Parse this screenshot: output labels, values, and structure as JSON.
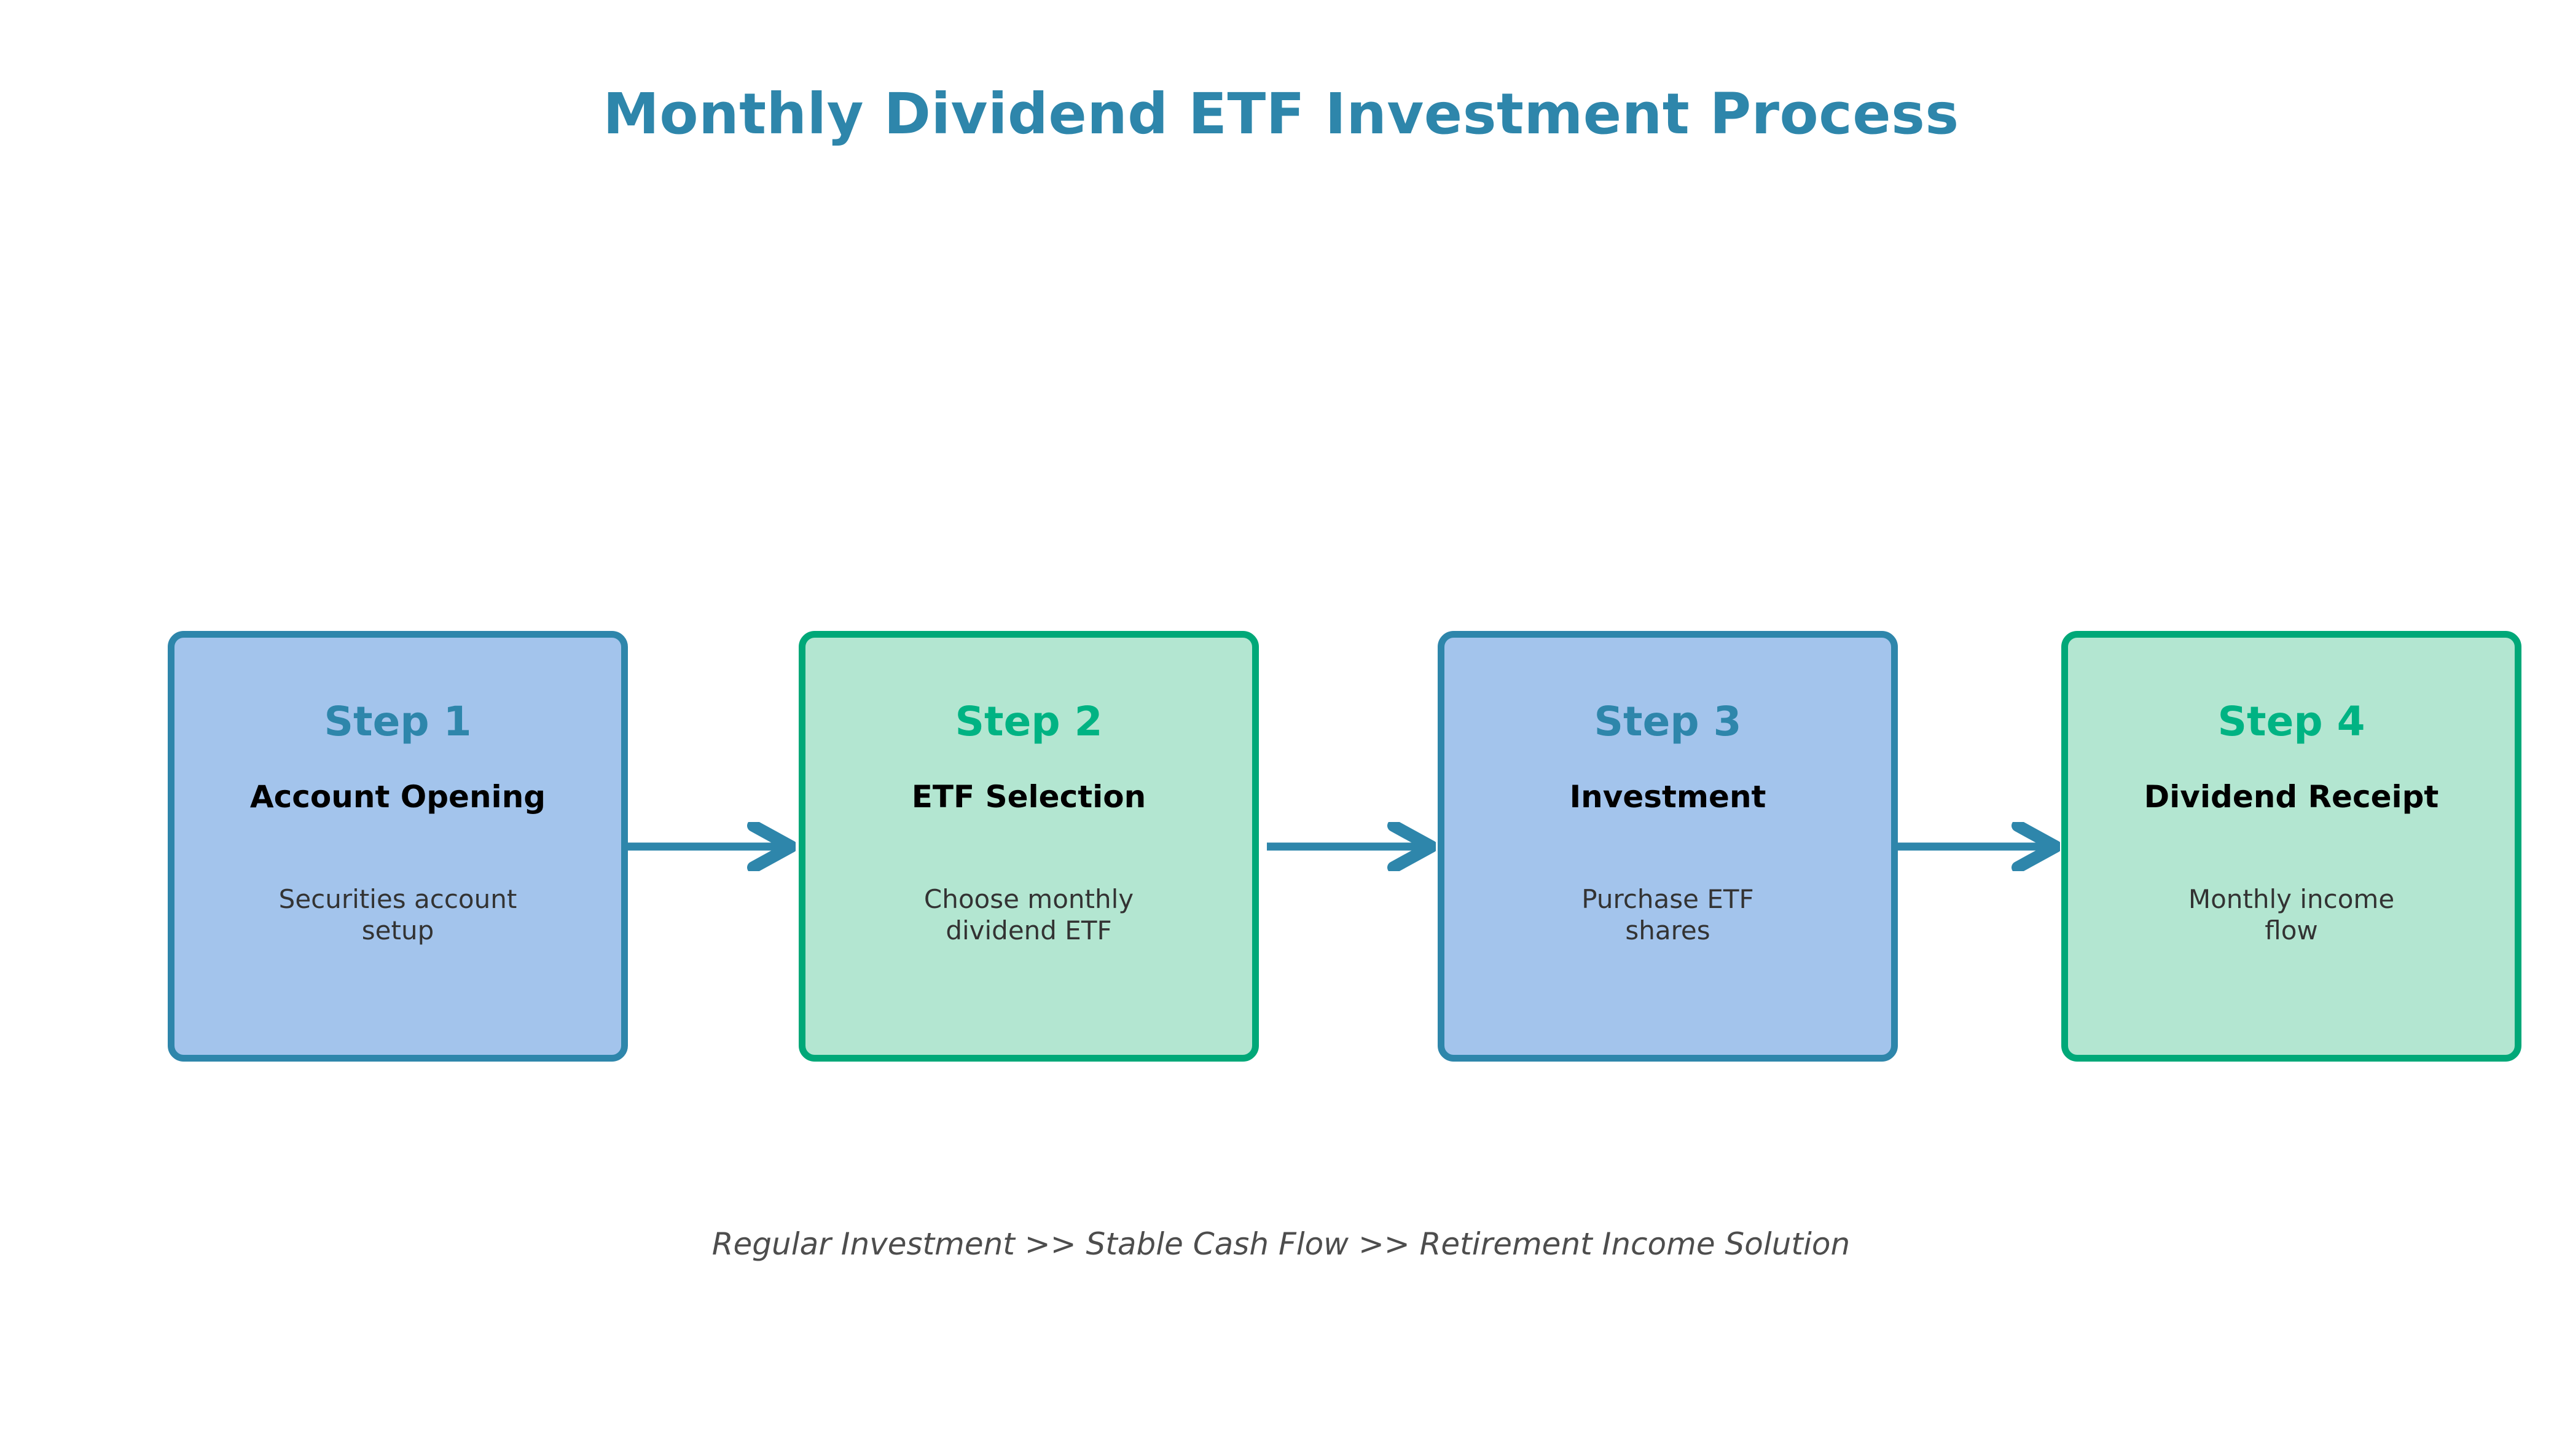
{
  "title": "Monthly Dividend ETF Investment Process",
  "colors": {
    "title": "#2e86ab",
    "blue_fill": "#a3c4ec",
    "blue_border": "#2e86ab",
    "green_fill": "#b3e6d1",
    "green_border": "#00a878",
    "green_label": "#00b383",
    "arrow": "#2e86ab",
    "caption": "#4d4d4d",
    "background": "#ffffff"
  },
  "steps": [
    {
      "label": "Step 1",
      "title": "Account Opening",
      "description": "Securities account\nsetup",
      "theme": "blue"
    },
    {
      "label": "Step 2",
      "title": "ETF Selection",
      "description": "Choose monthly\ndividend ETF",
      "theme": "green"
    },
    {
      "label": "Step 3",
      "title": "Investment",
      "description": "Purchase ETF\nshares",
      "theme": "blue"
    },
    {
      "label": "Step 4",
      "title": "Dividend Receipt",
      "description": "Monthly income\nflow",
      "theme": "green"
    }
  ],
  "arrows": [
    {
      "name": "arrow-step1-to-step2"
    },
    {
      "name": "arrow-step2-to-step3"
    },
    {
      "name": "arrow-step3-to-step4"
    }
  ],
  "caption": "Regular Investment >> Stable Cash Flow >> Retirement Income Solution"
}
